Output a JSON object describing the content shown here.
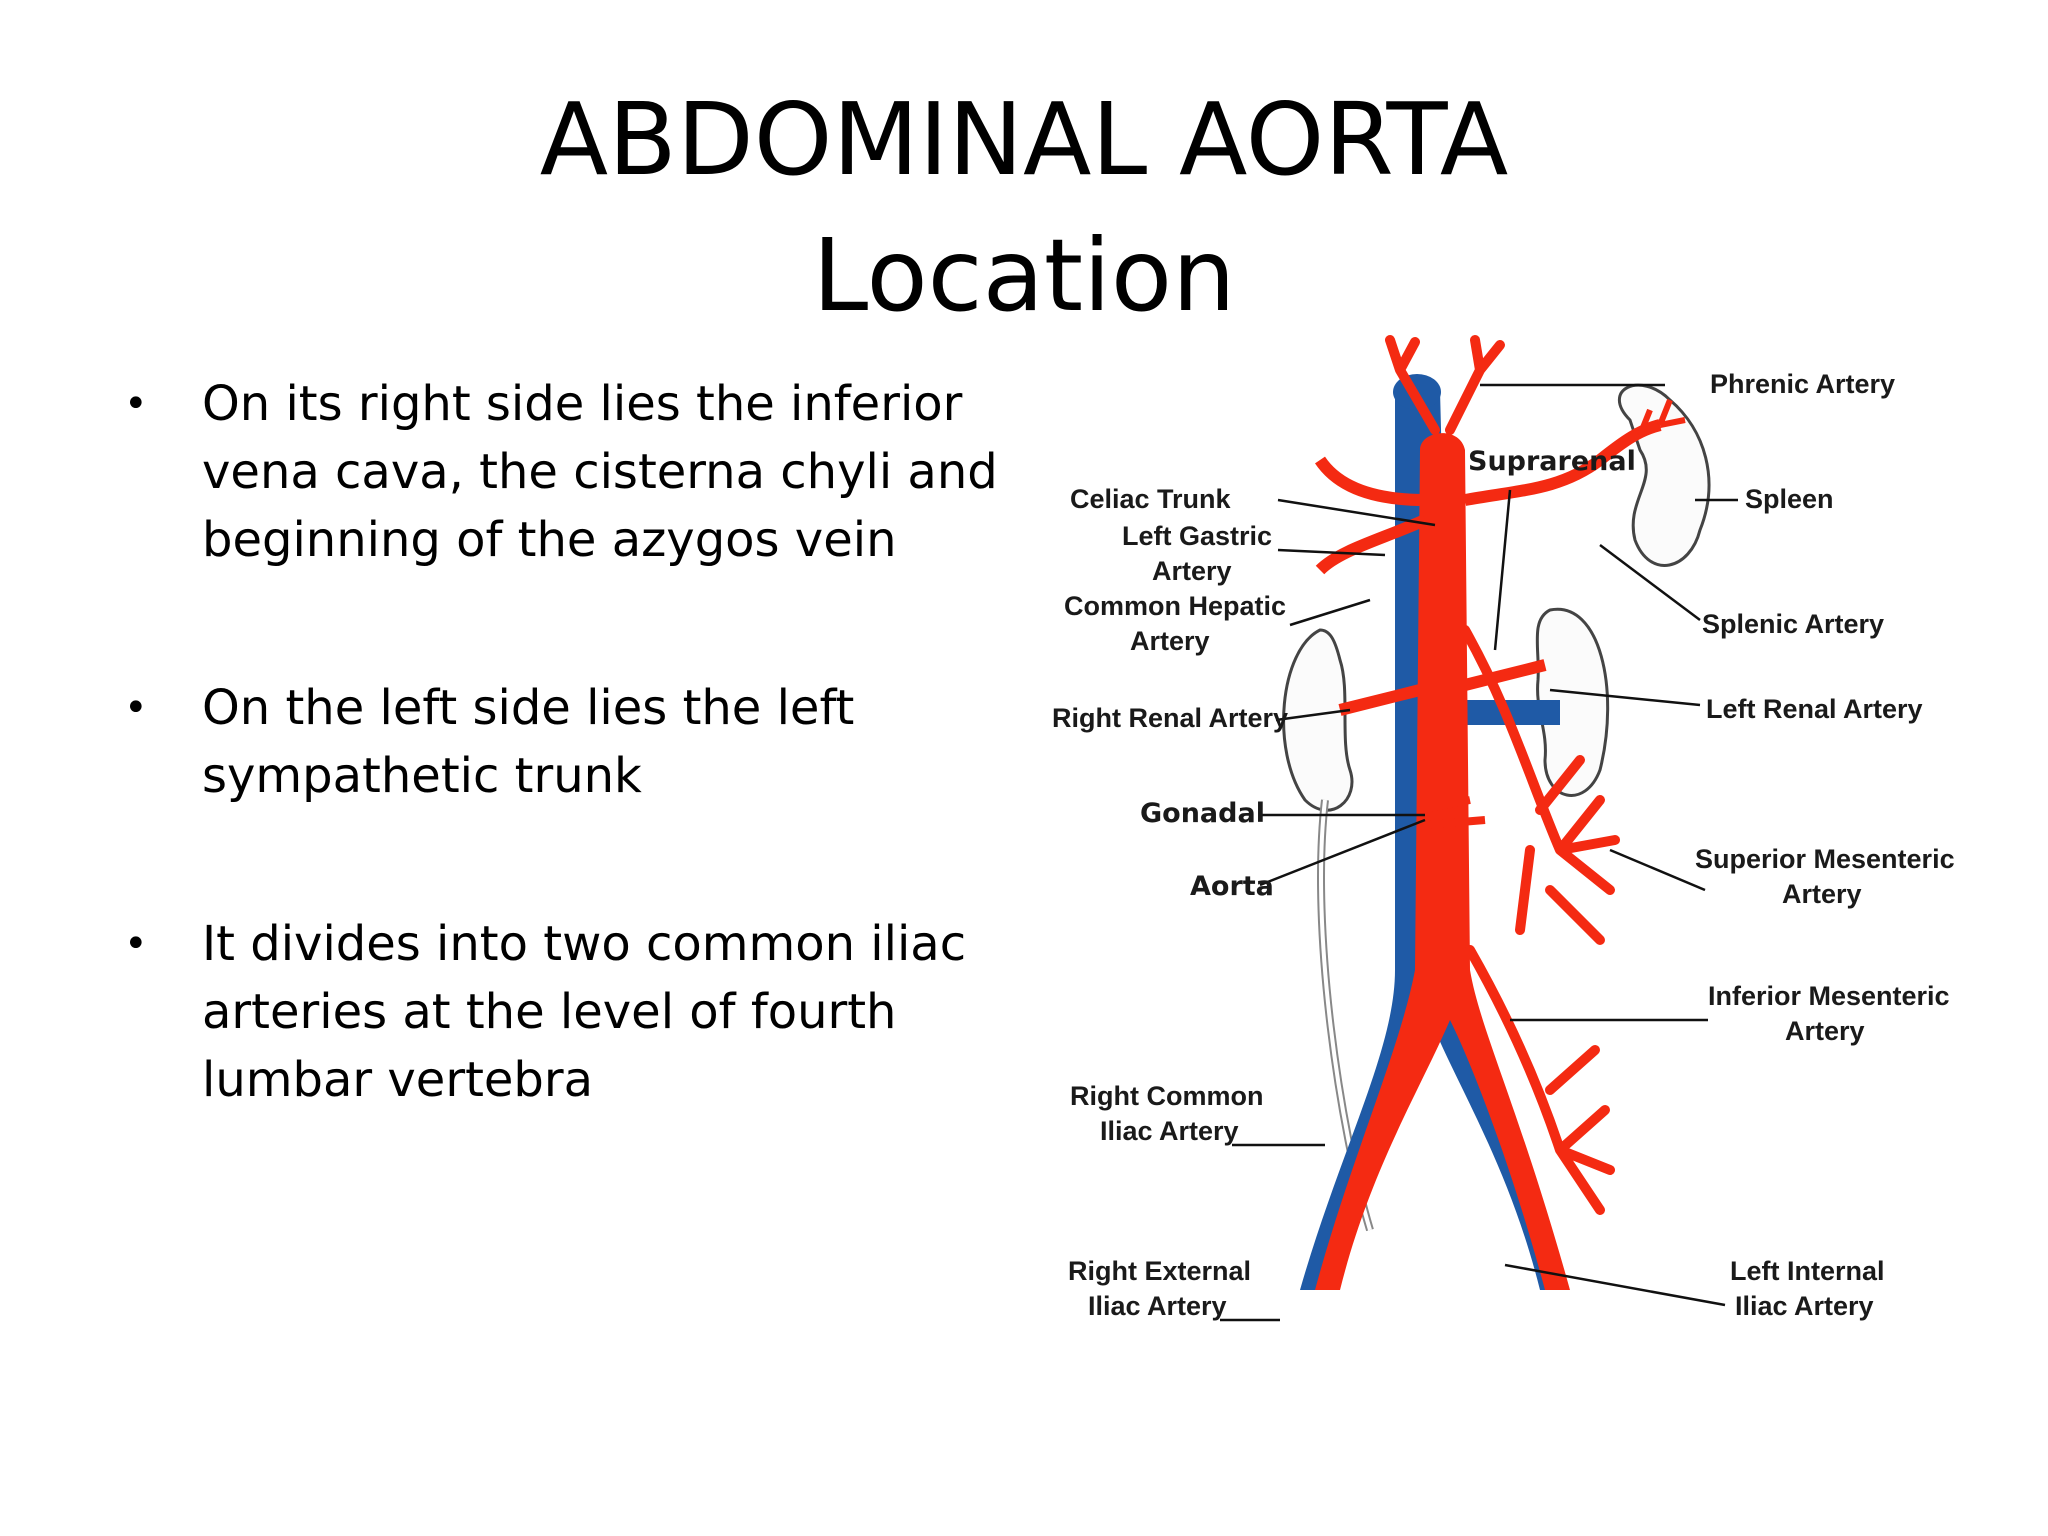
{
  "title": {
    "line1": "ABDOMINAL AORTA",
    "line2": "Location"
  },
  "bullets": [
    {
      "text": "On its right side lies the inferior vena cava, the cisterna chyli and beginning of the azygos vein"
    },
    {
      "text": "On the left side lies the left sympathetic trunk"
    },
    {
      "text": "It divides into two common iliac arteries at the level of fourth lumbar vertebra"
    }
  ],
  "diagram": {
    "labels": {
      "phrenic": "Phrenic Artery",
      "suprarenal": "Suprarenal",
      "spleen": "Spleen",
      "celiac": "Celiac Trunk",
      "left_gastric_1": "Left Gastric",
      "left_gastric_2": "Artery",
      "common_hepatic_1": "Common Hepatic",
      "common_hepatic_2": "Artery",
      "splenic": "Splenic Artery",
      "right_renal": "Right Renal Artery",
      "left_renal": "Left Renal Artery",
      "gonadal": "Gonadal",
      "aorta": "Aorta",
      "sup_mes_1": "Superior Mesenteric",
      "sup_mes_2": "Artery",
      "inf_mes_1": "Inferior Mesenteric",
      "inf_mes_2": "Artery",
      "right_common_1": "Right Common",
      "right_common_2": "Iliac Artery",
      "right_external_1": "Right External",
      "right_external_2": "Iliac Artery",
      "left_internal_1": "Left Internal",
      "left_internal_2": "Iliac Artery"
    },
    "colors": {
      "artery": "#f42a12",
      "vein": "#1f5aa6",
      "organ_outline": "#444444"
    }
  }
}
